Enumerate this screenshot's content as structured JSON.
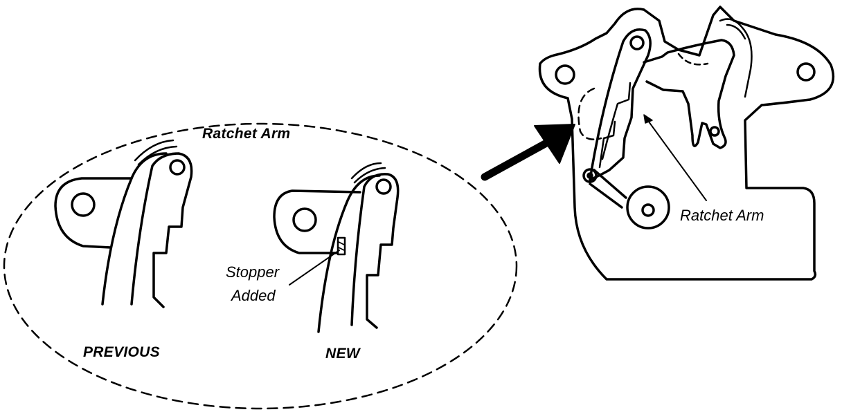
{
  "labels": {
    "title": "Ratchet Arm",
    "previous": "PREVIOUS",
    "new": "NEW",
    "stopper_line1": "Stopper",
    "stopper_line2": "Added",
    "assembly_callout": "Ratchet Arm"
  },
  "colors": {
    "ink": "#000000",
    "paper": "#ffffff"
  }
}
